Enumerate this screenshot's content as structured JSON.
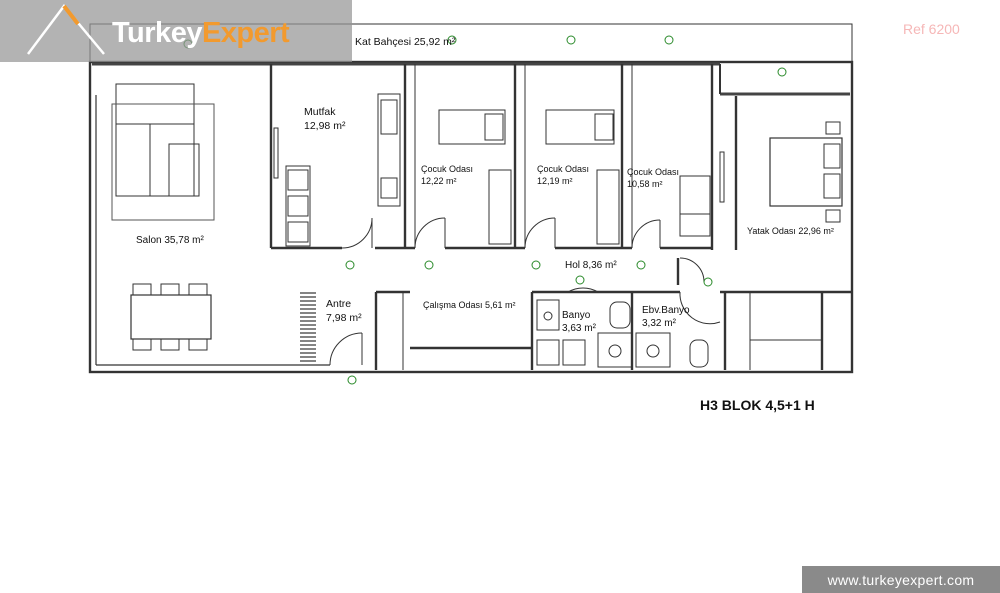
{
  "brand": {
    "name_part1": "Turkey",
    "name_part2": "Expert",
    "ref": "Ref 6200",
    "url": "www.turkeyexpert.com",
    "colors": {
      "accent": "#f29a2e",
      "bar": "#969696",
      "ref": "#f6b7b7"
    }
  },
  "plan": {
    "title": "H3 BLOK 4,5+1 H",
    "rooms": {
      "terrace": {
        "name": "Kat Bahçesi",
        "area": "25,92 m²"
      },
      "kitchen": {
        "name": "Mutfak",
        "area": "12,98 m²"
      },
      "child1": {
        "name": "Çocuk Odası",
        "area": "12,22 m²"
      },
      "child2": {
        "name": "Çocuk Odası",
        "area": "12,19 m²"
      },
      "child3": {
        "name": "Çocuk Odası",
        "area": "10,58 m²"
      },
      "bedroom": {
        "label": "Yatak Odası 22,96 m²"
      },
      "living": {
        "label": "Salon 35,78 m²"
      },
      "hall": {
        "label": "Hol 8,36  m²"
      },
      "entry": {
        "name": "Antre",
        "area": "7,98 m²"
      },
      "study": {
        "label": "Çalışma Odası 5,61 m²"
      },
      "bath": {
        "name": "Banyo",
        "area": "3,63 m²"
      },
      "ensuite": {
        "name": "Ebv.Banyo",
        "area": "3,32 m²"
      }
    }
  }
}
